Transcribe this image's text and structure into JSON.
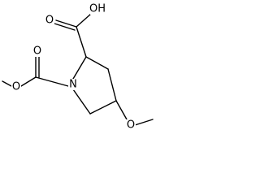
{
  "diagram": {
    "type": "skeletal-structure",
    "atoms": {
      "carboxylic_acid_oh": "OH",
      "carboxylic_acid_carbonyl_o": "O",
      "ring_nitrogen": "N",
      "carbamate_carbonyl_o": "O",
      "carbamate_ester_o": "O",
      "methoxy_o": "O"
    },
    "colors": {
      "bond": "#000000",
      "label": "#000000",
      "background": "#ffffff"
    }
  }
}
